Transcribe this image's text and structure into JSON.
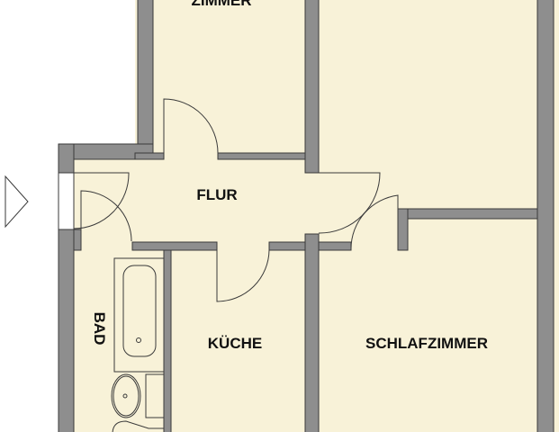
{
  "floor_plan": {
    "rooms": {
      "zimmer": "ZIMMER",
      "flur": "FLUR",
      "bad": "BAD",
      "kueche": "KÜCHE",
      "schlafzimmer": "SCHLAFZIMMER"
    },
    "colors": {
      "floor": "#f8f2d8",
      "wall": "#8e8e8e",
      "outline": "#3a3a3a"
    },
    "entrance_marker": "triangle-arrow"
  }
}
